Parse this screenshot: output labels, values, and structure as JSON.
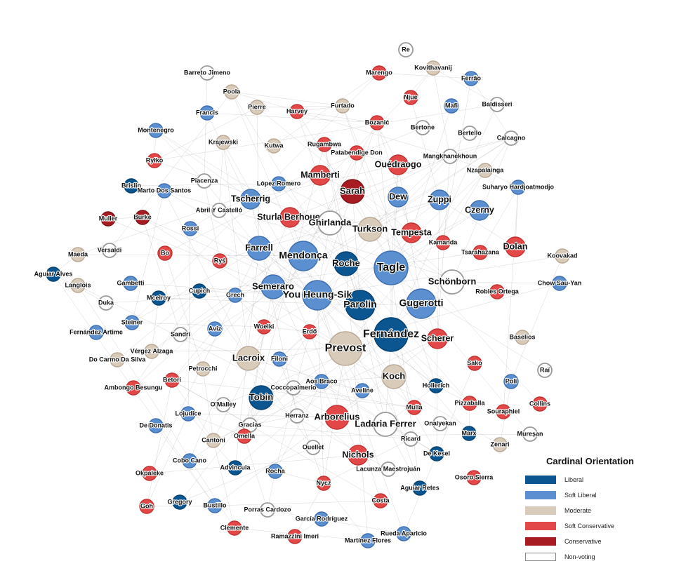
{
  "legend": {
    "title": "Cardinal Orientation",
    "items": [
      {
        "key": "L",
        "label": "Liberal",
        "color": "#0b5591"
      },
      {
        "key": "SL",
        "label": "Soft Liberal",
        "color": "#5b8fd0"
      },
      {
        "key": "M",
        "label": "Moderate",
        "color": "#d9cbb9"
      },
      {
        "key": "SC",
        "label": "Soft Conservative",
        "color": "#e34848"
      },
      {
        "key": "C",
        "label": "Conservative",
        "color": "#a61c22"
      },
      {
        "key": "NV",
        "label": "Non-voting",
        "color": "#ffffff"
      }
    ]
  },
  "nodes": [
    {
      "name": "Prevost",
      "group": "M",
      "size": 5
    },
    {
      "name": "Tagle",
      "group": "SL",
      "size": 5
    },
    {
      "name": "Fernández",
      "group": "L",
      "size": 5
    },
    {
      "name": "Parolin",
      "group": "L",
      "size": 4
    },
    {
      "name": "Gugerotti",
      "group": "SL",
      "size": 4
    },
    {
      "name": "You Heung-Sik",
      "group": "SL",
      "size": 4
    },
    {
      "name": "Mendonça",
      "group": "SL",
      "size": 4
    },
    {
      "name": "Roche",
      "group": "L",
      "size": 3
    },
    {
      "name": "Schönborn",
      "group": "NV",
      "size": 3
    },
    {
      "name": "Turkson",
      "group": "M",
      "size": 3
    },
    {
      "name": "Ghirlanda",
      "group": "NV",
      "size": 3
    },
    {
      "name": "Sarah",
      "group": "C",
      "size": 3
    },
    {
      "name": "Farrell",
      "group": "SL",
      "size": 3
    },
    {
      "name": "Semeraro",
      "group": "SL",
      "size": 3
    },
    {
      "name": "Lacroix",
      "group": "M",
      "size": 3
    },
    {
      "name": "Koch",
      "group": "M",
      "size": 3
    },
    {
      "name": "Scherer",
      "group": "SC",
      "size": 2
    },
    {
      "name": "Tobin",
      "group": "L",
      "size": 3
    },
    {
      "name": "Arborelius",
      "group": "SC",
      "size": 3
    },
    {
      "name": "Ladaria Ferrer",
      "group": "NV",
      "size": 3
    },
    {
      "name": "Nichols",
      "group": "SC",
      "size": 2
    },
    {
      "name": "Tempesta",
      "group": "SC",
      "size": 2
    },
    {
      "name": "Sturla Berhouet",
      "group": "SC",
      "size": 2
    },
    {
      "name": "Mamberti",
      "group": "SC",
      "size": 2
    },
    {
      "name": "Ouédraogo",
      "group": "SC",
      "size": 2
    },
    {
      "name": "Dew",
      "group": "SL",
      "size": 2
    },
    {
      "name": "Zuppi",
      "group": "SL",
      "size": 2
    },
    {
      "name": "Czerny",
      "group": "SL",
      "size": 2
    },
    {
      "name": "Tscherrig",
      "group": "SL",
      "size": 2
    },
    {
      "name": "Dolan",
      "group": "SC",
      "size": 2
    },
    {
      "name": "Kamanda",
      "group": "SC",
      "size": 1
    },
    {
      "name": "Tsarahazana",
      "group": "SC",
      "size": 1
    },
    {
      "name": "Robles Ortega",
      "group": "SC",
      "size": 1
    },
    {
      "name": "Erdő",
      "group": "SC",
      "size": 1
    },
    {
      "name": "Woelki",
      "group": "SC",
      "size": 1
    },
    {
      "name": "Filoni",
      "group": "SL",
      "size": 1
    },
    {
      "name": "Aviz",
      "group": "SL",
      "size": 1
    },
    {
      "name": "Grech",
      "group": "SL",
      "size": 1
    },
    {
      "name": "Ryś",
      "group": "SC",
      "size": 1
    },
    {
      "name": "Bo",
      "group": "SC",
      "size": 1
    },
    {
      "name": "Cupich",
      "group": "L",
      "size": 1
    },
    {
      "name": "Rossi",
      "group": "SL",
      "size": 1
    },
    {
      "name": "Aos Braco",
      "group": "SL",
      "size": 1
    },
    {
      "name": "Aveline",
      "group": "SL",
      "size": 1
    },
    {
      "name": "Hollerich",
      "group": "L",
      "size": 1
    },
    {
      "name": "Sako",
      "group": "SC",
      "size": 1
    },
    {
      "name": "Baselios",
      "group": "M",
      "size": 1
    },
    {
      "name": "Poli",
      "group": "SL",
      "size": 1
    },
    {
      "name": "Raï",
      "group": "NV",
      "size": 1
    },
    {
      "name": "Pizzaballa",
      "group": "SC",
      "size": 1
    },
    {
      "name": "Mulla",
      "group": "SC",
      "size": 1
    },
    {
      "name": "Souraphiel",
      "group": "SC",
      "size": 1
    },
    {
      "name": "Collins",
      "group": "SC",
      "size": 1
    },
    {
      "name": "Mureșan",
      "group": "NV",
      "size": 1
    },
    {
      "name": "Zenari",
      "group": "M",
      "size": 1
    },
    {
      "name": "Marx",
      "group": "L",
      "size": 1
    },
    {
      "name": "Onaiyekan",
      "group": "NV",
      "size": 1
    },
    {
      "name": "Ricard",
      "group": "NV",
      "size": 1
    },
    {
      "name": "De Kesel",
      "group": "L",
      "size": 1
    },
    {
      "name": "Osoro Sierra",
      "group": "SC",
      "size": 1
    },
    {
      "name": "Aguiar Retes",
      "group": "L",
      "size": 1
    },
    {
      "name": "Lacunza Maestrojuán",
      "group": "NV",
      "size": 1
    },
    {
      "name": "Ouellet",
      "group": "NV",
      "size": 1
    },
    {
      "name": "Herranz",
      "group": "NV",
      "size": 1
    },
    {
      "name": "Coccopalmerio",
      "group": "NV",
      "size": 1
    },
    {
      "name": "Gracias",
      "group": "NV",
      "size": 1
    },
    {
      "name": "Omella",
      "group": "SC",
      "size": 1
    },
    {
      "name": "Cantoni",
      "group": "M",
      "size": 1
    },
    {
      "name": "O'Malley",
      "group": "NV",
      "size": 1
    },
    {
      "name": "Lojudice",
      "group": "SL",
      "size": 1
    },
    {
      "name": "De Donatis",
      "group": "SL",
      "size": 1
    },
    {
      "name": "Petrocchi",
      "group": "M",
      "size": 1
    },
    {
      "name": "Betori",
      "group": "SC",
      "size": 1
    },
    {
      "name": "Ambongo Besungu",
      "group": "SC",
      "size": 1
    },
    {
      "name": "Do Carmo Da Silva",
      "group": "M",
      "size": 1
    },
    {
      "name": "Vérgez Alzaga",
      "group": "M",
      "size": 1
    },
    {
      "name": "Sandri",
      "group": "NV",
      "size": 1
    },
    {
      "name": "Fernández Artime",
      "group": "SL",
      "size": 1
    },
    {
      "name": "Steiner",
      "group": "SL",
      "size": 1
    },
    {
      "name": "Mcelroy",
      "group": "L",
      "size": 1
    },
    {
      "name": "Duka",
      "group": "NV",
      "size": 1
    },
    {
      "name": "Gambetti",
      "group": "SL",
      "size": 1
    },
    {
      "name": "Langlois",
      "group": "M",
      "size": 1
    },
    {
      "name": "Aguiar Alves",
      "group": "L",
      "size": 1
    },
    {
      "name": "Maeda",
      "group": "M",
      "size": 1
    },
    {
      "name": "Versaldi",
      "group": "NV",
      "size": 1
    },
    {
      "name": "Muller",
      "group": "C",
      "size": 1
    },
    {
      "name": "Burke",
      "group": "C",
      "size": 1
    },
    {
      "name": "Abril Y Castelló",
      "group": "NV",
      "size": 1
    },
    {
      "name": "Brislin",
      "group": "L",
      "size": 1
    },
    {
      "name": "Marto Dos Santos",
      "group": "SL",
      "size": 1
    },
    {
      "name": "Piacenza",
      "group": "NV",
      "size": 1
    },
    {
      "name": "López Romero",
      "group": "SL",
      "size": 1
    },
    {
      "name": "Ryłko",
      "group": "SC",
      "size": 1
    },
    {
      "name": "Montenegro",
      "group": "SL",
      "size": 1
    },
    {
      "name": "Krajewski",
      "group": "M",
      "size": 1
    },
    {
      "name": "Kutwa",
      "group": "M",
      "size": 1
    },
    {
      "name": "Francis",
      "group": "SL",
      "size": 1
    },
    {
      "name": "Barreto Jimeno",
      "group": "NV",
      "size": 1
    },
    {
      "name": "Poola",
      "group": "M",
      "size": 1
    },
    {
      "name": "Pierre",
      "group": "M",
      "size": 1
    },
    {
      "name": "Harvey",
      "group": "SC",
      "size": 1
    },
    {
      "name": "Furtado",
      "group": "M",
      "size": 1
    },
    {
      "name": "Rugambwa",
      "group": "SC",
      "size": 1
    },
    {
      "name": "Patabendige Don",
      "group": "SC",
      "size": 1
    },
    {
      "name": "Bozanić",
      "group": "SC",
      "size": 1
    },
    {
      "name": "Marengo",
      "group": "SC",
      "size": 1
    },
    {
      "name": "Re",
      "group": "NV",
      "size": 1
    },
    {
      "name": "Kovithavanij",
      "group": "M",
      "size": 1
    },
    {
      "name": "Njue",
      "group": "SC",
      "size": 1
    },
    {
      "name": "Ferrão",
      "group": "SL",
      "size": 1
    },
    {
      "name": "Mafi",
      "group": "SL",
      "size": 1
    },
    {
      "name": "Baldisseri",
      "group": "NV",
      "size": 1
    },
    {
      "name": "Bertone",
      "group": "NV",
      "size": 1
    },
    {
      "name": "Bertello",
      "group": "NV",
      "size": 1
    },
    {
      "name": "Calcagno",
      "group": "NV",
      "size": 1
    },
    {
      "name": "Mangkhanekhoun",
      "group": "NV",
      "size": 1
    },
    {
      "name": "Nzapalainga",
      "group": "M",
      "size": 1
    },
    {
      "name": "Suharyo Hardjoatmodjo",
      "group": "SL",
      "size": 1
    },
    {
      "name": "Koovakad",
      "group": "M",
      "size": 1
    },
    {
      "name": "Chow Sau-Yan",
      "group": "SL",
      "size": 1
    },
    {
      "name": "Cobo Cano",
      "group": "SL",
      "size": 1
    },
    {
      "name": "Advincula",
      "group": "L",
      "size": 1
    },
    {
      "name": "Rocha",
      "group": "SL",
      "size": 1
    },
    {
      "name": "Nycz",
      "group": "SC",
      "size": 1
    },
    {
      "name": "Costa",
      "group": "SC",
      "size": 1
    },
    {
      "name": "Okpaleke",
      "group": "SC",
      "size": 1
    },
    {
      "name": "Goh",
      "group": "SC",
      "size": 1
    },
    {
      "name": "Gregory",
      "group": "L",
      "size": 1
    },
    {
      "name": "Bustillo",
      "group": "SL",
      "size": 1
    },
    {
      "name": "Porras Cardozo",
      "group": "NV",
      "size": 1
    },
    {
      "name": "Clemente",
      "group": "SC",
      "size": 1
    },
    {
      "name": "García Rodríguez",
      "group": "SL",
      "size": 1
    },
    {
      "name": "Ramazzini Imeri",
      "group": "SC",
      "size": 1
    },
    {
      "name": "Martínez Flores",
      "group": "SL",
      "size": 1
    },
    {
      "name": "Rueda Aparicio",
      "group": "SL",
      "size": 1
    }
  ]
}
